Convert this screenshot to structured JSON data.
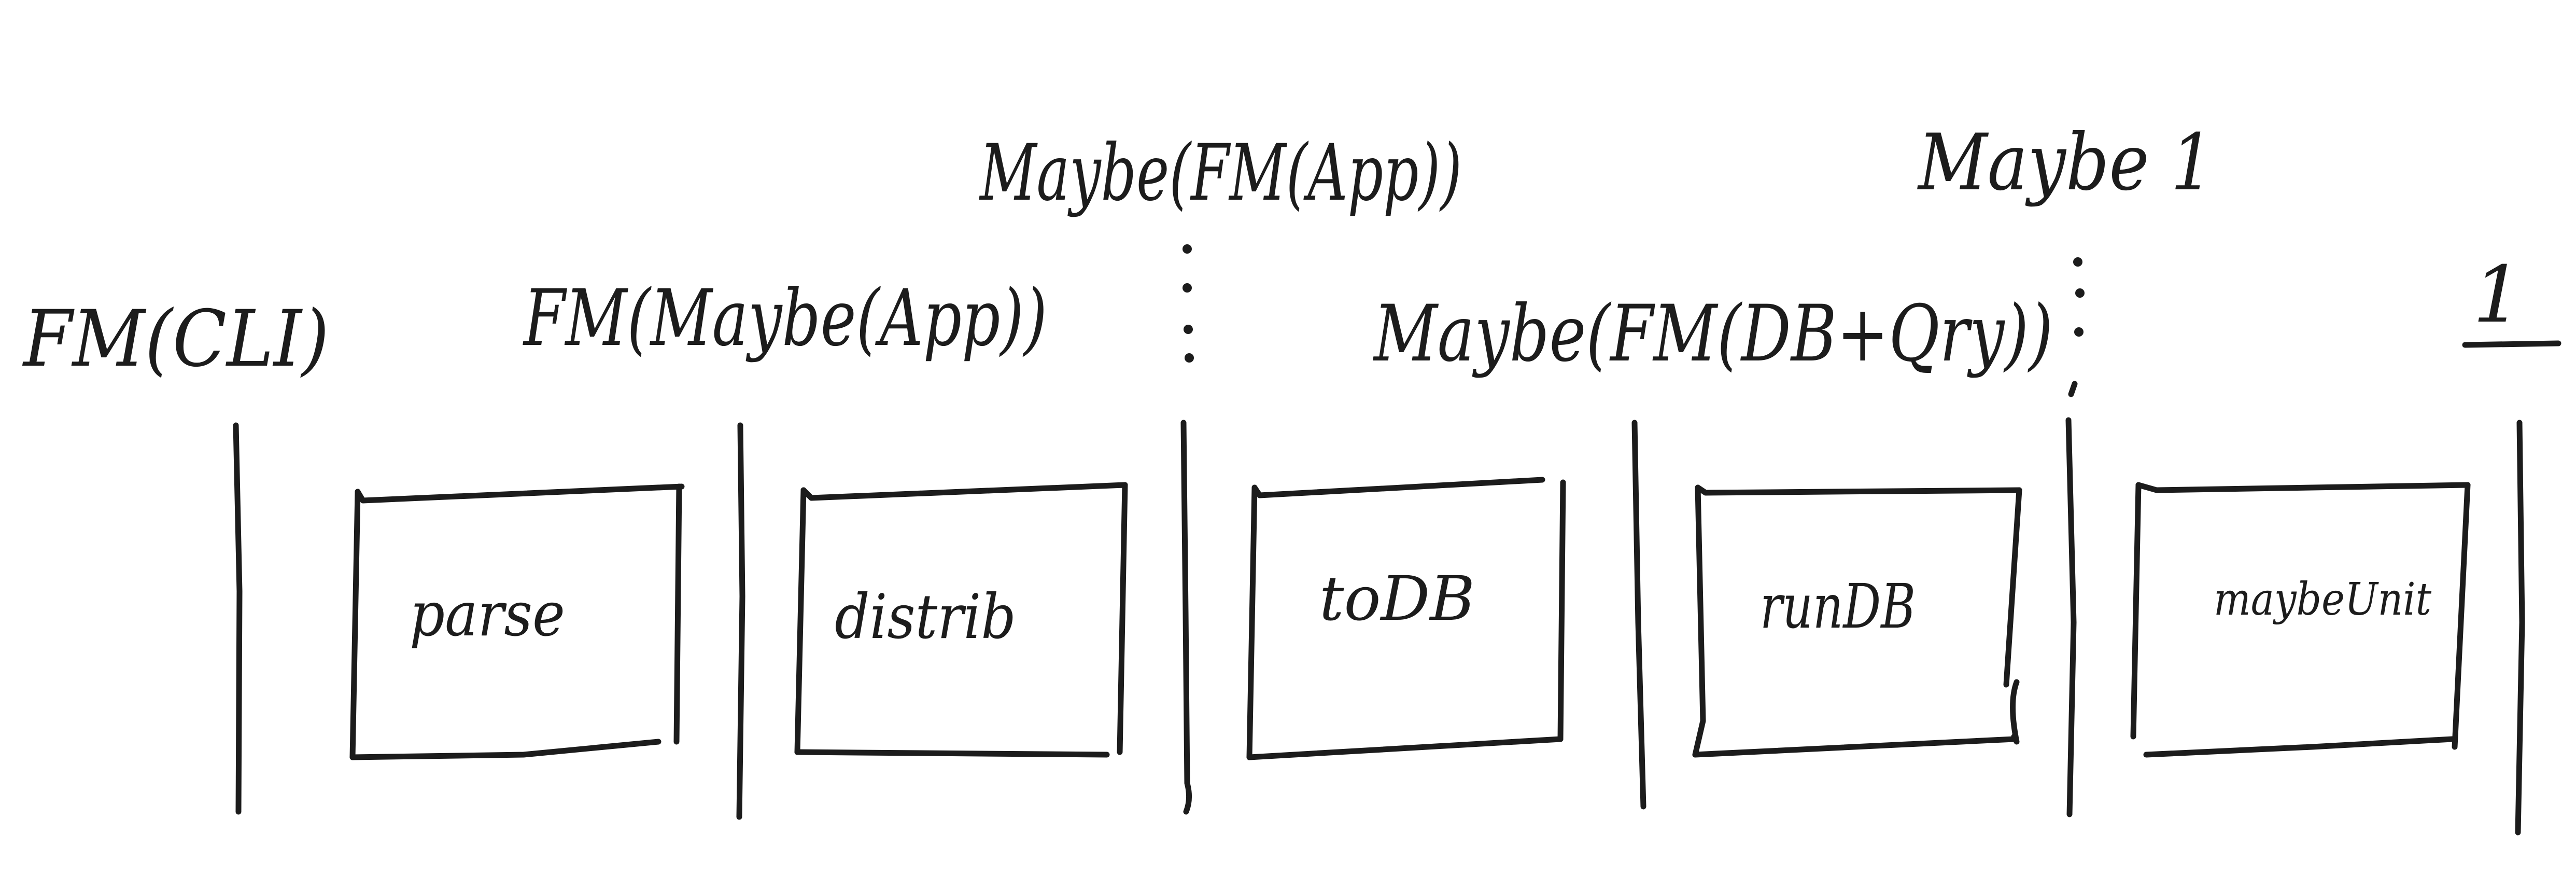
{
  "type_labels": {
    "cli": "FM(CLI)",
    "maybe_app": "FM(Maybe(App))",
    "fm_app": "Maybe(FM(App))",
    "db_qry": "Maybe(FM(DB+Qry))",
    "maybe_unit": "Maybe 1",
    "unit": "1"
  },
  "stages": [
    {
      "label": "parse"
    },
    {
      "label": "distrib"
    },
    {
      "label": "toDB"
    },
    {
      "label": "runDB"
    },
    {
      "label": "maybeUnit"
    }
  ]
}
